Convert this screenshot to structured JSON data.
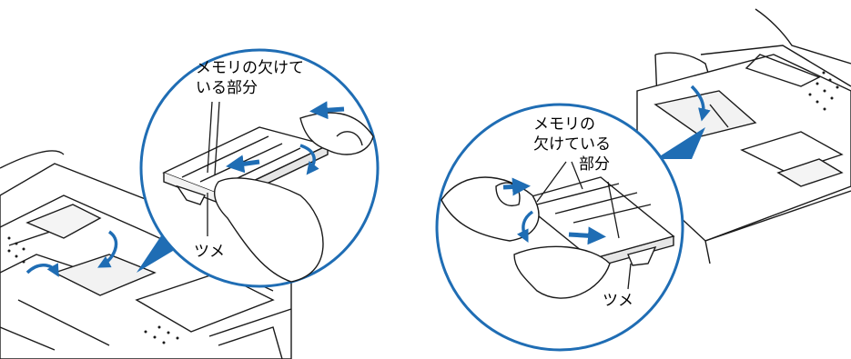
{
  "left_panel": {
    "label_notch": [
      "メモリの欠けて",
      "いる部分"
    ],
    "label_claw": "ツメ"
  },
  "right_panel": {
    "label_notch": [
      "メモリの",
      "欠けている",
      "部分"
    ],
    "label_claw": "ツメ"
  },
  "colors": {
    "arrow": "#1f6db4",
    "callout": "#1f6db4",
    "line": "#1a1a1a",
    "hatch": "#e6e6e6"
  }
}
